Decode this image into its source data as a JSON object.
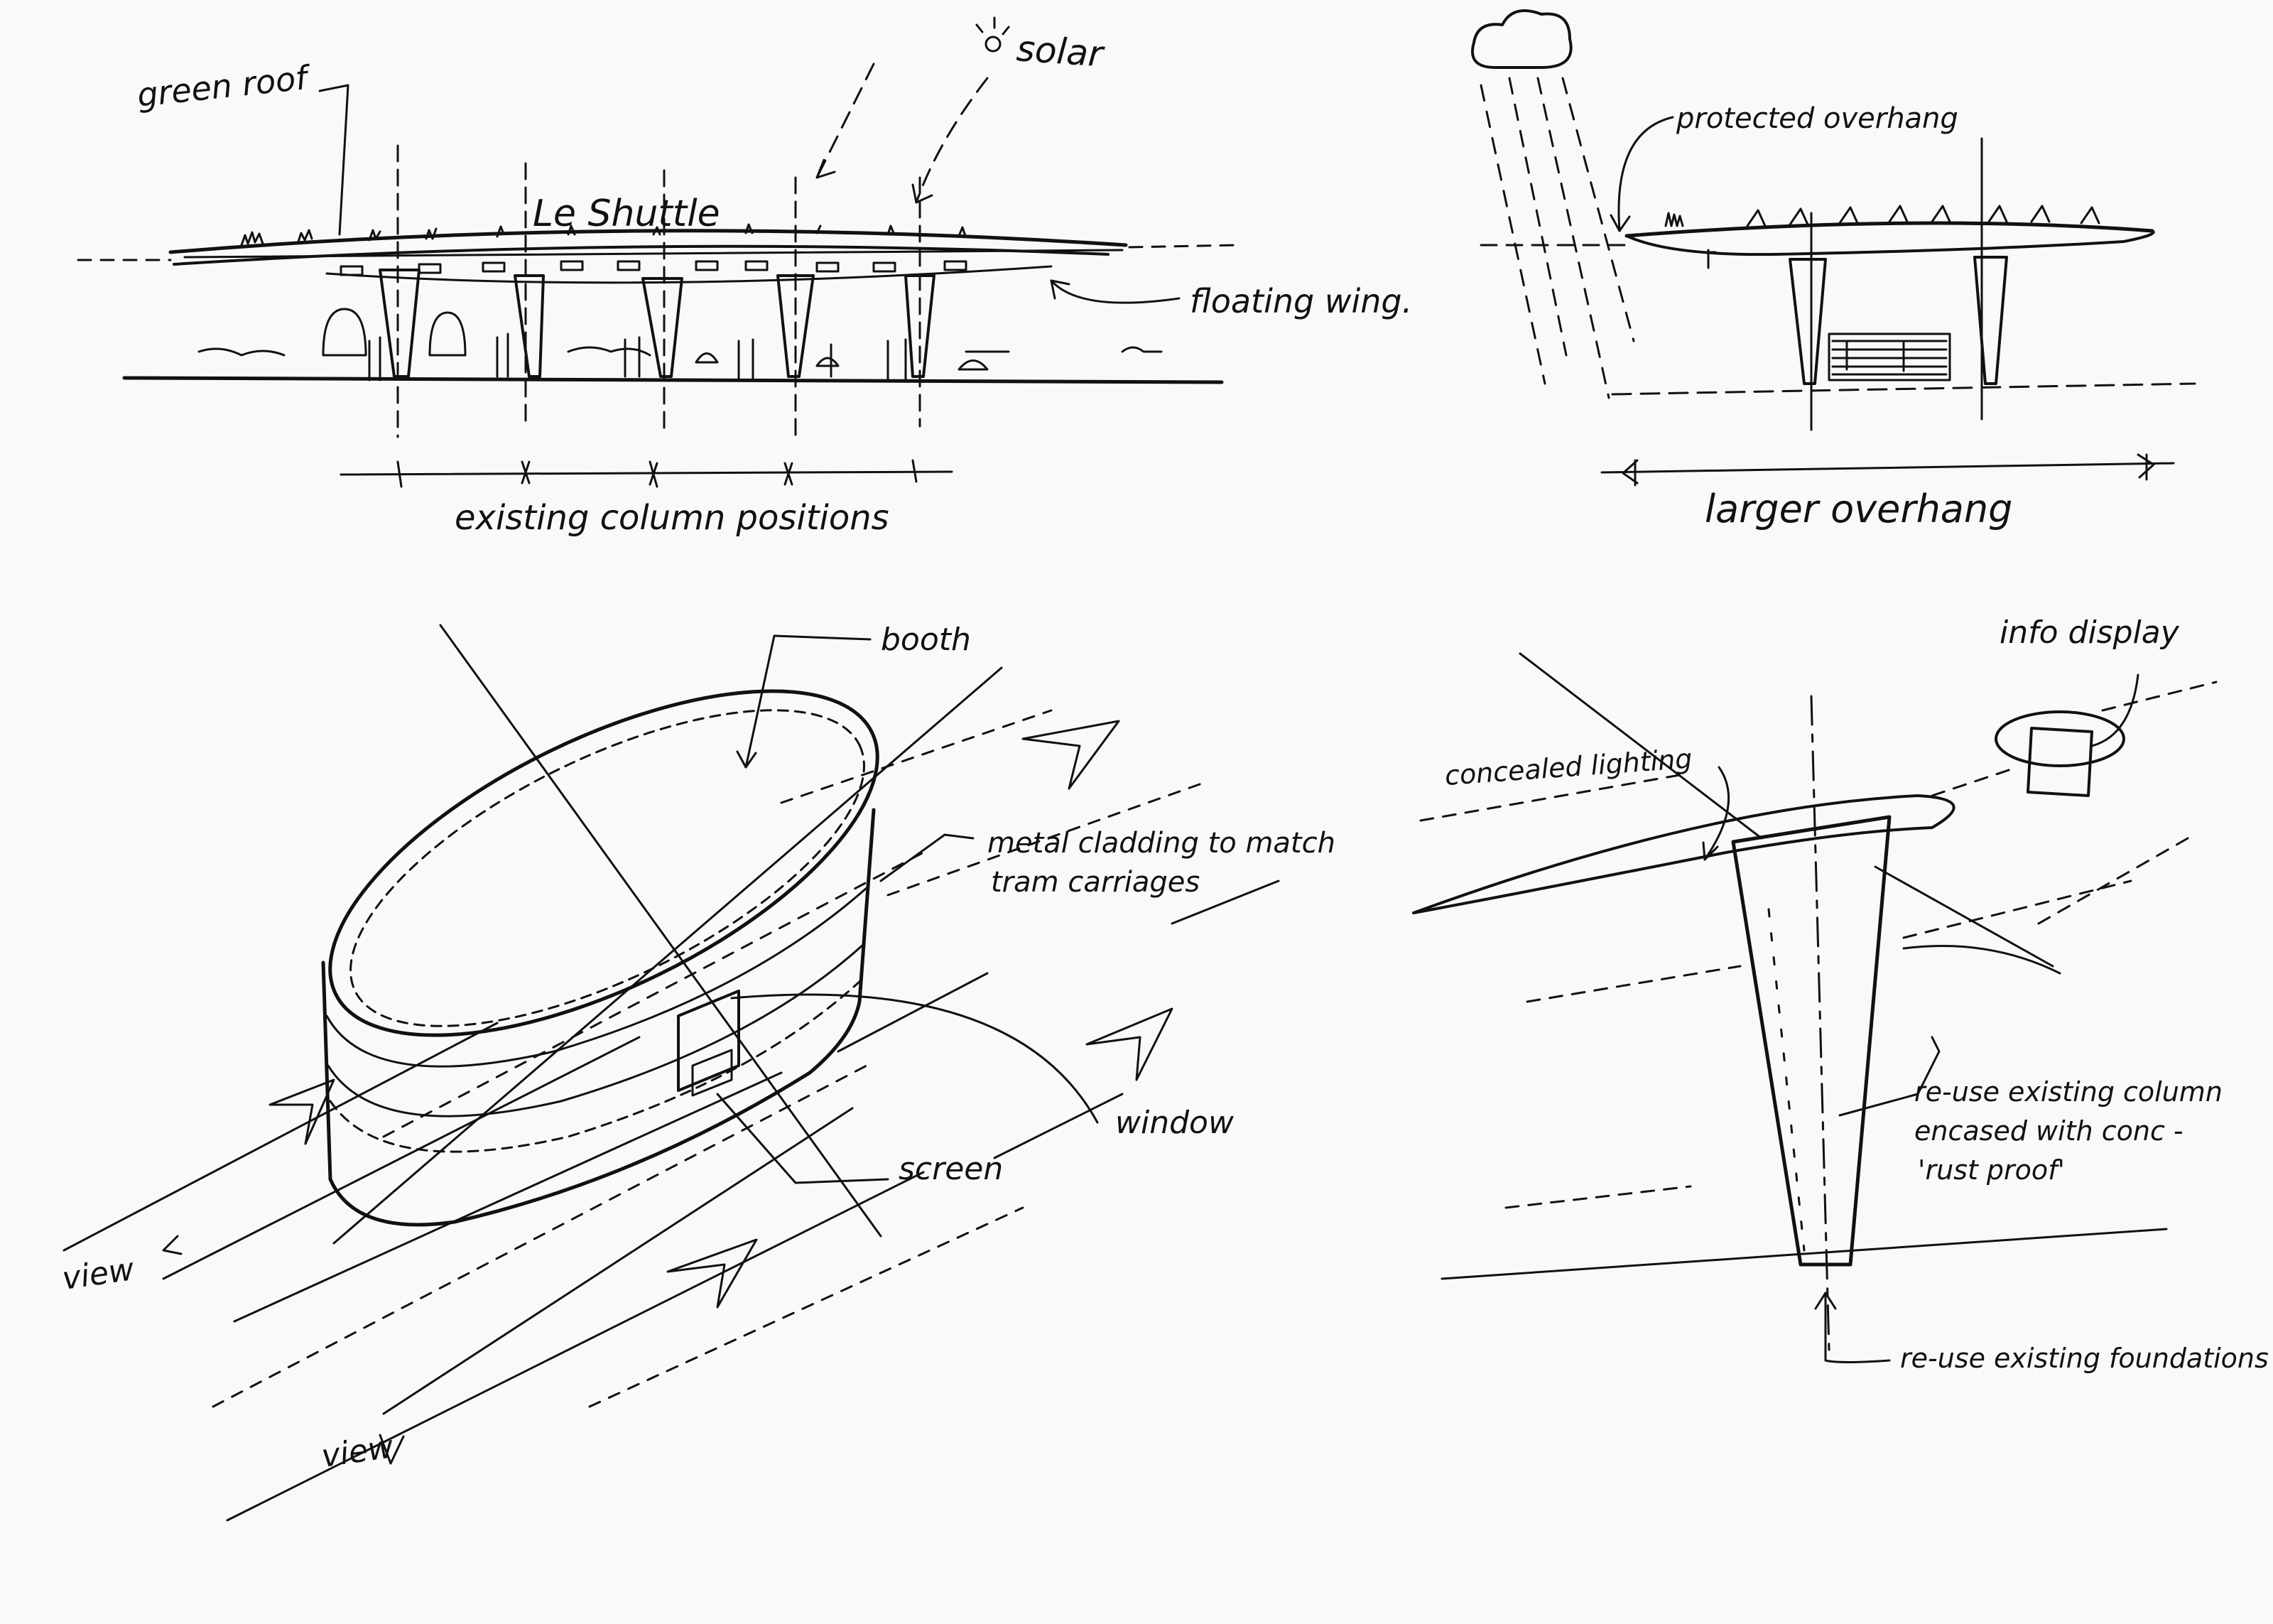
{
  "colors": {
    "paper": "#f9f9f8",
    "ink": "#111111"
  },
  "elevation": {
    "green_roof": "green roof",
    "solar": "solar",
    "sign": "Le Shuttle",
    "floating_wing": "floating wing.",
    "column_positions": "existing column positions"
  },
  "section": {
    "protected_overhang": "protected overhang",
    "larger_overhang": "larger overhang",
    "icons": [
      "rain-cloud-icon"
    ]
  },
  "pod": {
    "booth": "booth",
    "cladding_line1": "metal cladding to match",
    "cladding_line2": "tram carriages",
    "window": "window",
    "screen": "screen",
    "view_left": "view",
    "view_bottom": "view"
  },
  "column_detail": {
    "info_display": "info display",
    "concealed_lighting": "concealed lighting",
    "reuse_col_line1": "re-use existing column",
    "reuse_col_line2": "encased with conc -",
    "reuse_col_line3": "'rust proof'",
    "foundations": "re-use existing foundations"
  }
}
